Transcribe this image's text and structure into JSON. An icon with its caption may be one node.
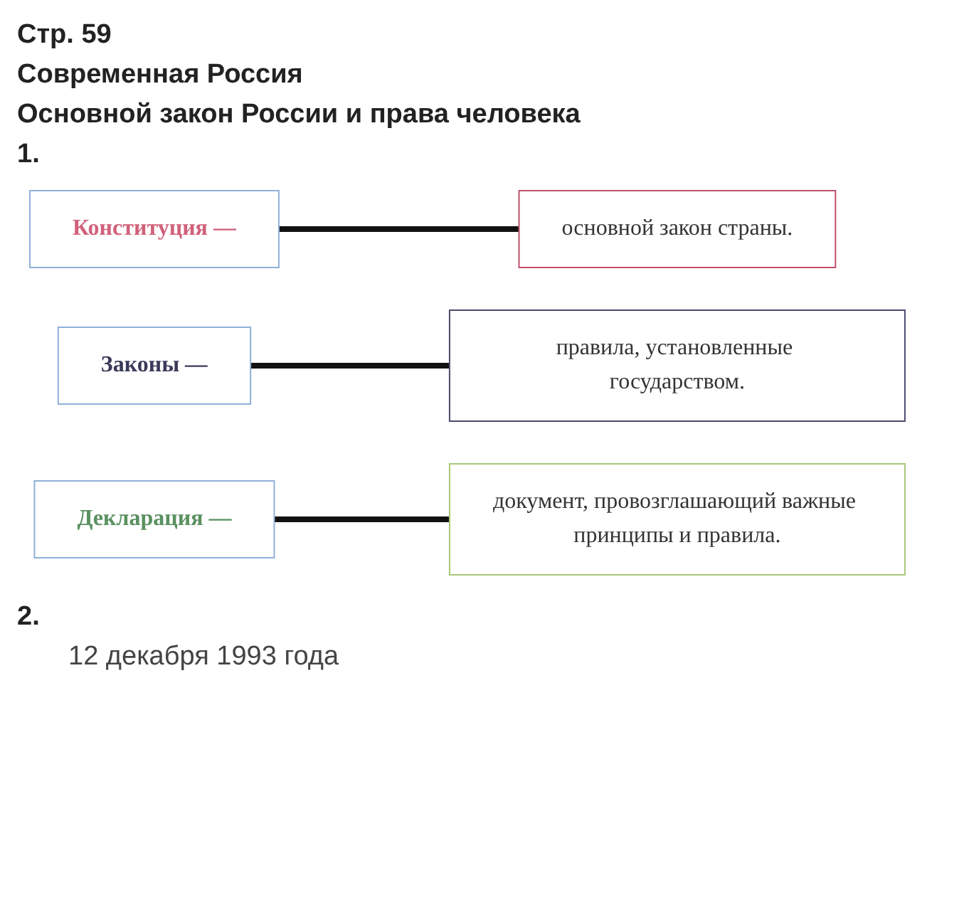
{
  "diagram": {
    "nodes": [
      {
        "text": [
          "Конституция —"
        ]
      },
      {
        "text": [
          "Законы —"
        ]
      },
      {
        "text": [
          "Декларация —"
        ]
      },
      {
        "text": [
          "основной закон страны."
        ]
      },
      {
        "text": [
          "документ, провозглашающий важные принципы и правила."
        ]
      },
      {
        "text": [
          "правила, установленные государством."
        ]
      }
    ],
    "edges": [
      {
        "from": 0,
        "to": 3,
        "arrow": "none"
      },
      {
        "from": 1,
        "to": 5,
        "arrow": "none"
      },
      {
        "from": 2,
        "to": 4,
        "arrow": "none"
      }
    ],
    "labels": [
      "Стр. 59",
      "Современная Россия",
      "Основной закон России и права человека",
      "1.",
      "2.",
      "12 декабря 1993 года"
    ]
  }
}
